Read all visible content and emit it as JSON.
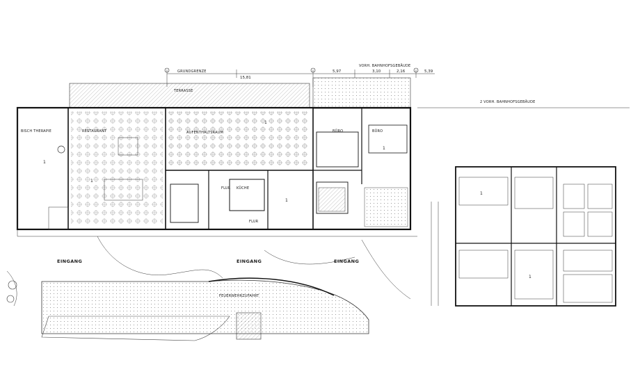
{
  "plan": {
    "labels": {
      "therapie": "BISCH THERAPIE",
      "restaurant": "RESTAURANT",
      "terrasse": "TERRASSE",
      "aufenthalt": "AUFENTHALTSRAUM",
      "buero1": "BÜRO",
      "buero2": "BÜRO",
      "kueche": "KÜCHE",
      "flur1": "FLUR",
      "flur2": "FLUR",
      "grundgrenze": "GRUNDGRENZE",
      "vorh_bebauung": "VORH. BAHNHOFSGEBÄUDE",
      "vorh_bebauung2": "2 VORH. BAHNHOFSGEBÄUDE",
      "eingang1": "EINGANG",
      "eingang2": "EINGANG",
      "eingang3": "EINGANG",
      "feuerwehr": "FEUERWEHRZUFAHRT"
    },
    "dimensions": {
      "d1": "15,81",
      "d2": "5,97",
      "d3": "3,10",
      "d4": "2,16",
      "d5": "5,39"
    },
    "room_numbers": [
      "1",
      "1",
      "1",
      "1",
      "1",
      "1",
      "1"
    ]
  }
}
